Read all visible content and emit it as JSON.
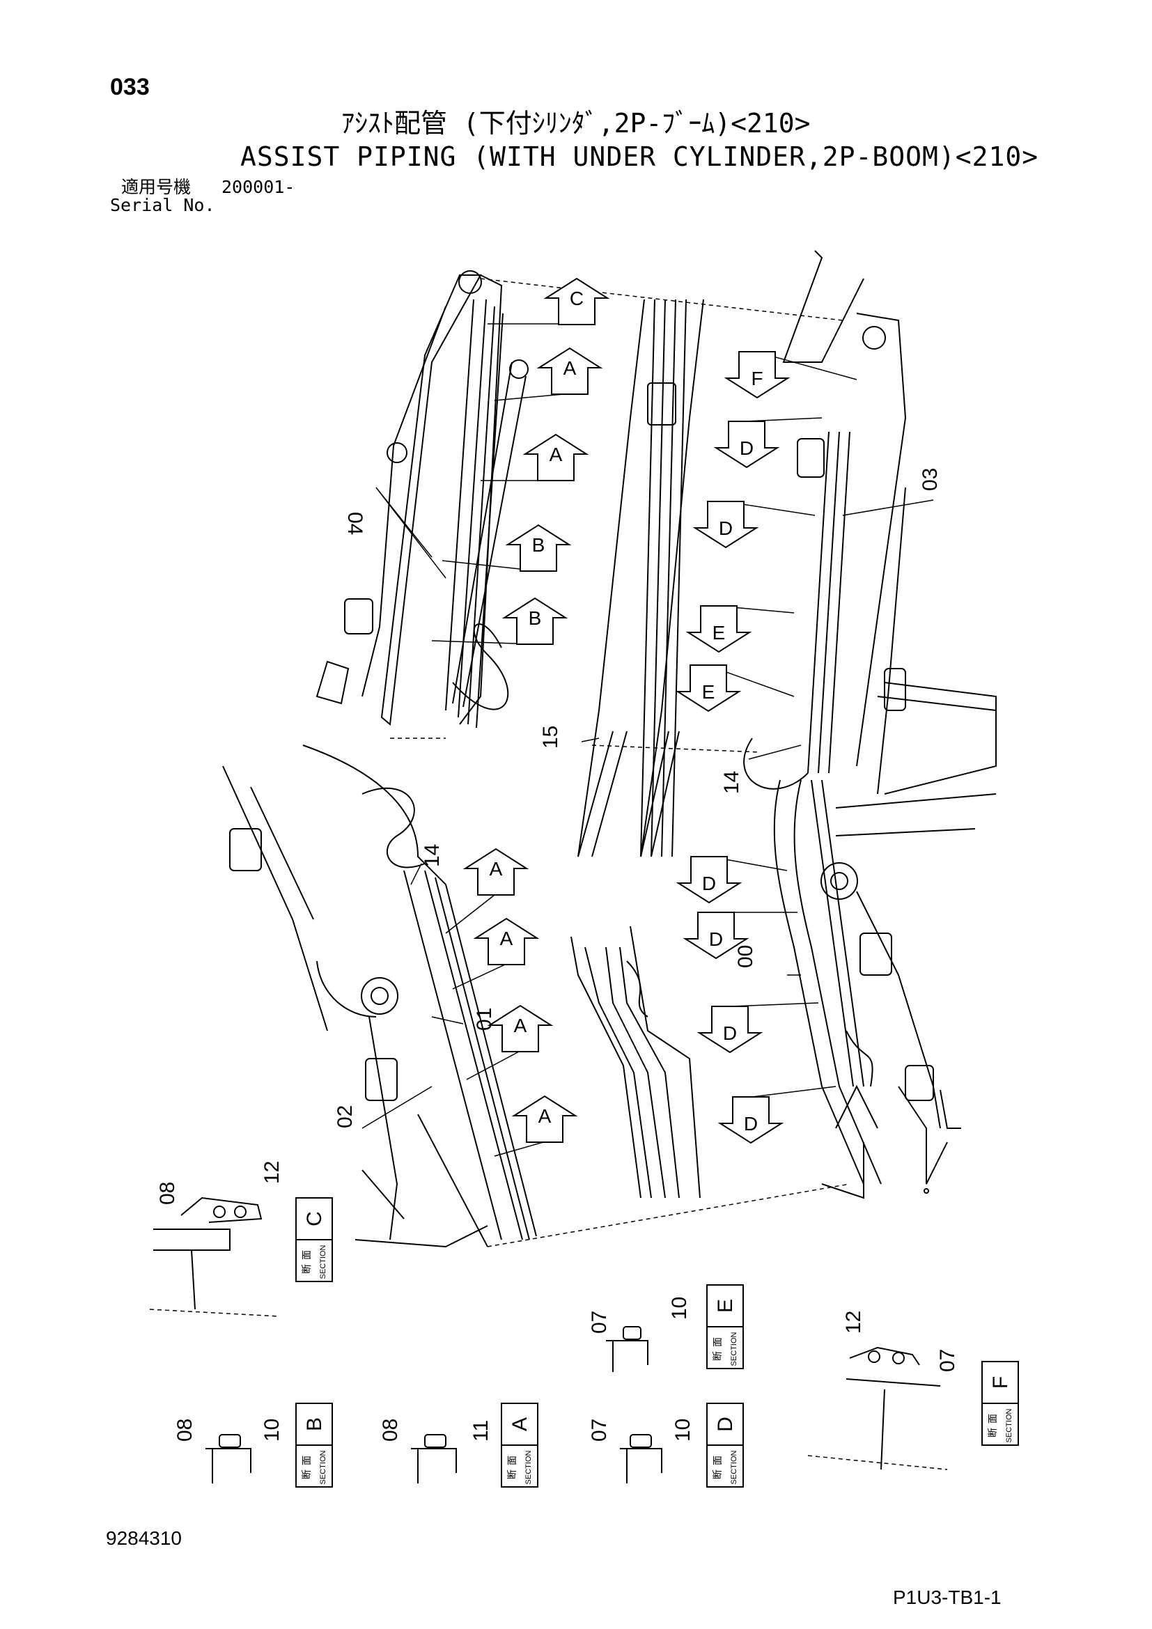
{
  "header": {
    "page_number": "033",
    "title_jp": "ｱｼｽﾄ配管 (下付ｼﾘﾝﾀﾞ,2P-ﾌﾞｰﾑ)<210>",
    "title_en": "ASSIST PIPING (WITH UNDER CYLINDER,2P-BOOM)<210>",
    "serial_label_jp": "適用号機",
    "serial_label_en": "Serial No.",
    "serial_value": "200001-"
  },
  "callouts": {
    "c00": "00",
    "c01": "01",
    "c02": "02",
    "c03": "03",
    "c04": "04",
    "c14a": "14",
    "c14b": "14",
    "c15": "15"
  },
  "view_markers": {
    "top_left": [
      "C",
      "A",
      "A",
      "B",
      "B"
    ],
    "top_right": [
      "F",
      "D",
      "D",
      "E",
      "E"
    ],
    "bottom_left": [
      "A",
      "A",
      "A",
      "A"
    ],
    "bottom_right": [
      "D",
      "D",
      "D",
      "D"
    ]
  },
  "sections": {
    "label_jp_1": "断",
    "label_jp_2": "面",
    "label_en": "SECTION",
    "C": {
      "letter": "C",
      "parts": [
        "08",
        "12"
      ]
    },
    "E": {
      "letter": "E",
      "parts": [
        "07",
        "10"
      ]
    },
    "F": {
      "letter": "F",
      "parts": [
        "12",
        "07"
      ]
    },
    "B": {
      "letter": "B",
      "parts": [
        "08",
        "10"
      ]
    },
    "A": {
      "letter": "A",
      "parts": [
        "08",
        "11"
      ]
    },
    "D": {
      "letter": "D",
      "parts": [
        "07",
        "10"
      ]
    }
  },
  "footer": {
    "document_number": "9284310",
    "sheet_code": "P1U3-TB1-1"
  }
}
